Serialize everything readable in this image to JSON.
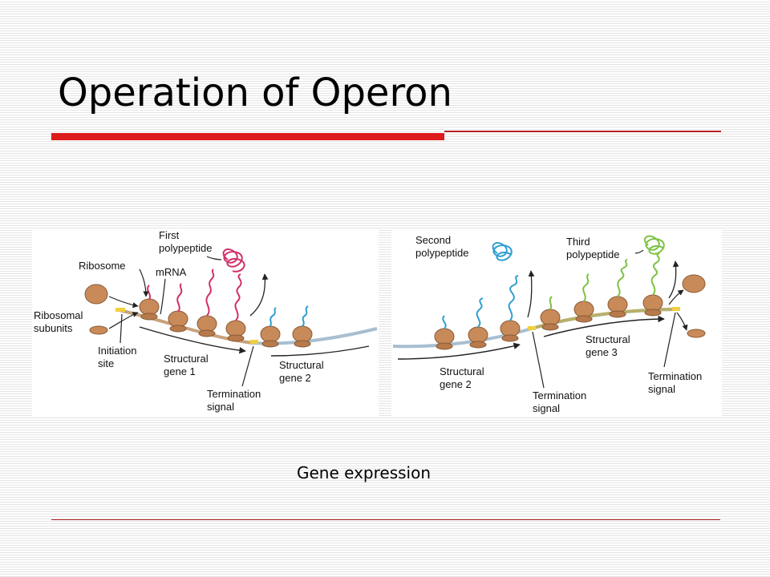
{
  "slide": {
    "title": "Operation of Operon",
    "caption": "Gene expression"
  },
  "colors": {
    "title_rule": "#dd1c1c",
    "thin_rule": "#b22222",
    "ribosome": "#c98a5a",
    "first_polypeptide": "#d0306a",
    "second_polypeptide": "#2e9fd0",
    "third_polypeptide": "#7cc242",
    "mrna": "#9fb8c8"
  },
  "diagram": {
    "left_panel": {
      "ribosome": "Ribosome",
      "ribosomal_subunits": [
        "Ribosomal",
        "subunits"
      ],
      "initiation_site": [
        "Initiation",
        "site"
      ],
      "first_polypeptide": [
        "First",
        "polypeptide"
      ],
      "mrna": "mRNA",
      "structural_gene_1": [
        "Structural",
        "gene 1"
      ],
      "structural_gene_2": [
        "Structural",
        "gene 2"
      ],
      "termination_signal": [
        "Termination",
        "signal"
      ]
    },
    "right_panel": {
      "second_polypeptide": [
        "Second",
        "polypeptide"
      ],
      "third_polypeptide": [
        "Third",
        "polypeptide"
      ],
      "structural_gene_2": [
        "Structural",
        "gene 2"
      ],
      "structural_gene_3": [
        "Structural",
        "gene 3"
      ],
      "termination_signal_1": [
        "Termination",
        "signal"
      ],
      "termination_signal_2": [
        "Termination",
        "signal"
      ]
    }
  }
}
